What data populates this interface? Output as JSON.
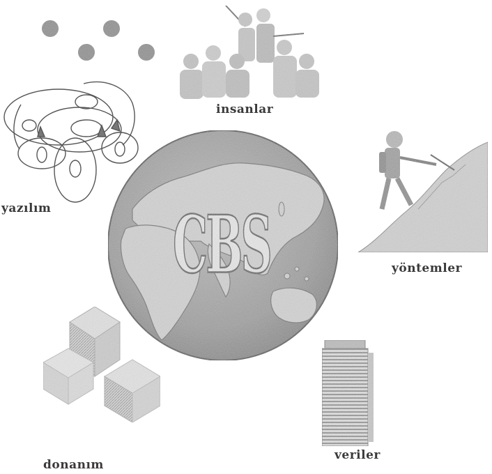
{
  "center": {
    "title": "CBS"
  },
  "components": {
    "insanlar": "insanlar",
    "yazilim": "yazılım",
    "yontemler": "yöntemler",
    "veriler": "veriler",
    "donanim": "donanım"
  }
}
